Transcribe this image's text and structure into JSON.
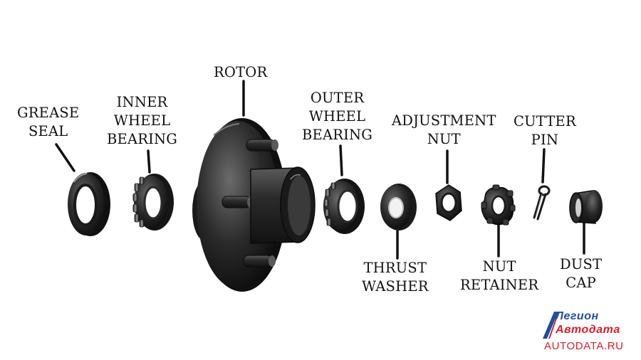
{
  "labels": {
    "grease_seal": [
      "GREASE",
      "SEAL"
    ],
    "inner_wheel_bearing": [
      "INNER",
      "WHEEL",
      "BEARING"
    ],
    "rotor": [
      "ROTOR"
    ],
    "outer_wheel_bearing": [
      "OUTER",
      "WHEEL",
      "BEARING"
    ],
    "adjustment_nut": [
      "ADJUSTMENT",
      "NUT"
    ],
    "cutter_pin": [
      "CUTTER",
      "PIN"
    ],
    "thrust_washer": [
      "THRUST",
      "WASHER"
    ],
    "nut_retainer": [
      "NUT",
      "RETAINER"
    ],
    "dust_cap": [
      "DUST",
      "CAP"
    ]
  },
  "watermark": {
    "line1": "Легион",
    "line2": "Автодата",
    "url": "AUTODATA.RU"
  },
  "colors": {
    "part_dark": "#1c1c1c",
    "part_mid": "#3a3a3a",
    "highlight": "#8a8a8a",
    "brand_blue": "#1f4f9c",
    "brand_red": "#d8202b"
  }
}
